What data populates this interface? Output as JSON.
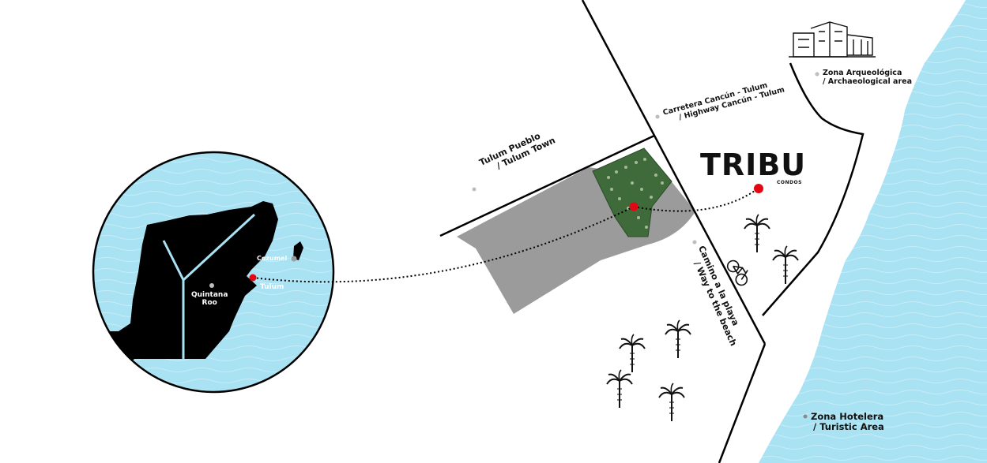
{
  "brand": {
    "name": "TRIBU",
    "subtitle": "CONDOS"
  },
  "inset": {
    "state": "Quintana Roo",
    "state_line1": "Quintana",
    "state_line2": "Roo",
    "city": "Tulum",
    "island": "Cozumel"
  },
  "labels": {
    "town_line1": "Tulum Pueblo",
    "town_line2": "/ Tulum Town",
    "highway_line1": "Carretera Cancún - Tulum",
    "highway_line2": "/ Highway Cancún - Tulum",
    "archaeo_line1": "Zona Arqueológica",
    "archaeo_line2": "/ Archaeological area",
    "beachroad_line1": "Camino a la playa",
    "beachroad_line2": "/ Way to the beach",
    "hotel_line1": "Zona Hotelera",
    "hotel_line2": "/ Turistic Area"
  },
  "colors": {
    "sea": "#a9e2f3",
    "land": "#000000",
    "urban": "#9b9b9b",
    "site": "#3f6b3a",
    "marker": "#e30613",
    "road": "#000000"
  },
  "icons": [
    "archaeological-ruins-icon",
    "palm-tree-icon",
    "bicycle-icon",
    "location-marker-icon"
  ]
}
